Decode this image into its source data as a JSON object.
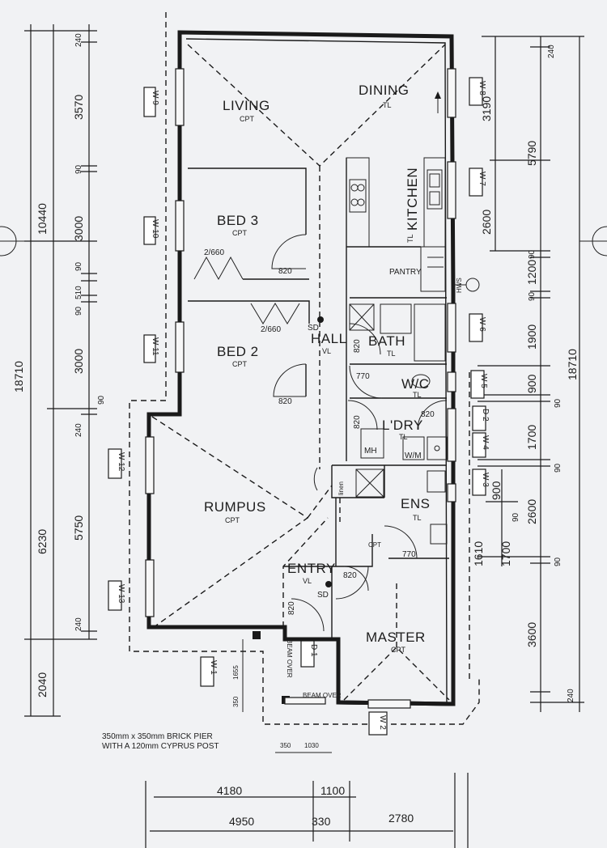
{
  "rooms": {
    "living": {
      "name": "LIVING",
      "finish": "CPT"
    },
    "dining": {
      "name": "DINING",
      "finish": "TL"
    },
    "kitchen": {
      "name": "KITCHEN",
      "finish": "TL"
    },
    "bed3": {
      "name": "BED 3",
      "finish": "CPT"
    },
    "bed2": {
      "name": "BED 2",
      "finish": "CPT"
    },
    "hall": {
      "name": "HALL",
      "finish": "VL"
    },
    "bath": {
      "name": "BATH",
      "finish": "TL"
    },
    "wc": {
      "name": "W/C",
      "finish": "TL"
    },
    "laundry": {
      "name": "L'DRY",
      "finish": "TL"
    },
    "rumpus": {
      "name": "RUMPUS",
      "finish": "CPT"
    },
    "ensuite": {
      "name": "ENS",
      "finish": "TL"
    },
    "entry": {
      "name": "ENTRY",
      "finish": "VL"
    },
    "master": {
      "name": "MASTER",
      "finish": "CPT"
    },
    "pantry": {
      "name": "PANTRY"
    }
  },
  "labels": {
    "robe_bed3": "2/660",
    "robe_bed2": "2/660",
    "door_bed3": "820",
    "door_bed2": "820",
    "door_bath": "820",
    "door_wc": "770",
    "door_ldry_820": "820",
    "door_ldry_side": "820",
    "door_ens": "770",
    "door_entry_820": "820",
    "door_entry_side": "820",
    "sd": "SD",
    "sd_entry": "SD",
    "linen": "linen",
    "mh": "MH",
    "wm": "W/M",
    "cpt": "CPT",
    "beam_over_1": "BEAM OVER",
    "beam_over_2": "BEAM OVER",
    "pier_note_1": "350mm x 350mm BRICK PIER",
    "pier_note_2": "WITH A 120mm CYPRUS POST",
    "dim_350_pier": "350",
    "dim_1655": "1655",
    "dim_350_post": "350",
    "dim_1030": "1030",
    "hws": "HWS"
  },
  "windows": [
    "W 9",
    "W 10",
    "W 11",
    "W 12",
    "W 13",
    "W 1",
    "W 8",
    "W 7",
    "W 6",
    "W 5",
    "W 4",
    "W 3",
    "W 2"
  ],
  "doors": [
    "D 1",
    "D 2"
  ],
  "left_dims_outer": [
    "10440",
    "18710",
    "6230",
    "2040"
  ],
  "left_dims_inner": [
    "240",
    "3570",
    "90",
    "3000",
    "90",
    "510",
    "90",
    "3000",
    "90",
    "240",
    "5750",
    "240"
  ],
  "right_dims_inner": [
    "240",
    "3190",
    "2600",
    "90",
    "1200",
    "90",
    "1900",
    "900",
    "90",
    "1700",
    "90",
    "900",
    "2600",
    "90",
    "1610",
    "1700",
    "90",
    "3600",
    "240"
  ],
  "right_dims_outer": [
    "5790",
    "18710"
  ],
  "bottom_dims_row1": [
    "4180",
    "1100"
  ],
  "bottom_dims_row2": [
    "4950",
    "330",
    "2780"
  ]
}
